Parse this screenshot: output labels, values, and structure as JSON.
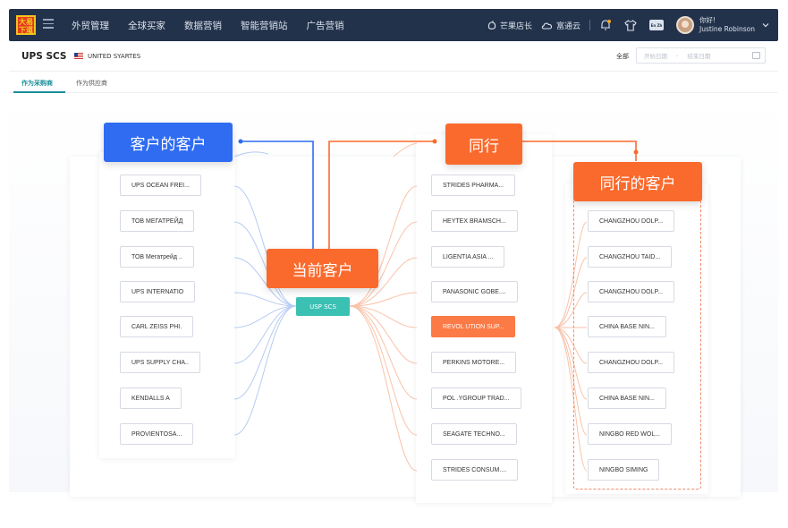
{
  "topbar": {
    "logo_text": "大易\n下道",
    "nav": [
      "外贸管理",
      "全球买家",
      "数据营销",
      "智能营销站",
      "广告营销"
    ],
    "store": "芒果店长",
    "cloud": "富通云",
    "lang_badge": "En Zh",
    "greeting": "你好!",
    "user_name": "Justine Robinson"
  },
  "header": {
    "company": "UPS SCS",
    "country": "UNITED SYARTES",
    "filter_all": "全部",
    "start_date_placeholder": "开始日期",
    "separator": "-",
    "end_date_placeholder": "结束日期"
  },
  "tabs": [
    {
      "label": "作为采购商",
      "active": true
    },
    {
      "label": "作为供应商",
      "active": false
    }
  ],
  "graph": {
    "customers_of_customer_title": "客户的客户",
    "current_customer_title": "当前客户",
    "current_customer_node": "USP SCS",
    "peers_title": "同行",
    "peers_customers_title": "同行的客户",
    "customers_of_customer": [
      "UPS OCEAN FREI...",
      "ТОВ МЕГАТРЕЙД",
      "ТОВ Мегатрейд ..",
      "UPS INTERNATIO",
      "CARL ZEISS PHI.",
      "UPS SUPPLY CHA..",
      "KENDALLS A",
      "PROVIENTOSA..."
    ],
    "peers": [
      "STRIDES PHARMA...",
      "HEYTEX BRAMSCH...",
      "LIGENTIA ASIA ...",
      "PANASONIC GOBE....",
      "REVOL UTION SUP...",
      "PERKINS MOTORE...",
      "POL .YGROUP TRAD...",
      "SEAGATE TECHNO...",
      "STRIDES CONSUM...."
    ],
    "highlighted_peer_index": 4,
    "peers_customers": [
      "CHANGZHOU DOLP...",
      "CHANGZHOU TAID...",
      "CHANGZHOU DOLP...",
      "CHINA BASE NIN...",
      "CHANGZHOU DOLP...",
      "CHINA BASE NIN...",
      "NINGBO RED WOL...",
      "NINGBO SIMING"
    ]
  },
  "colors": {
    "topbar": "#23324b",
    "blue_accent": "#2f6cf2",
    "orange_accent": "#fa6a2d",
    "teal_node": "#3bc0b4",
    "highlight_pill": "#fb7a45"
  }
}
